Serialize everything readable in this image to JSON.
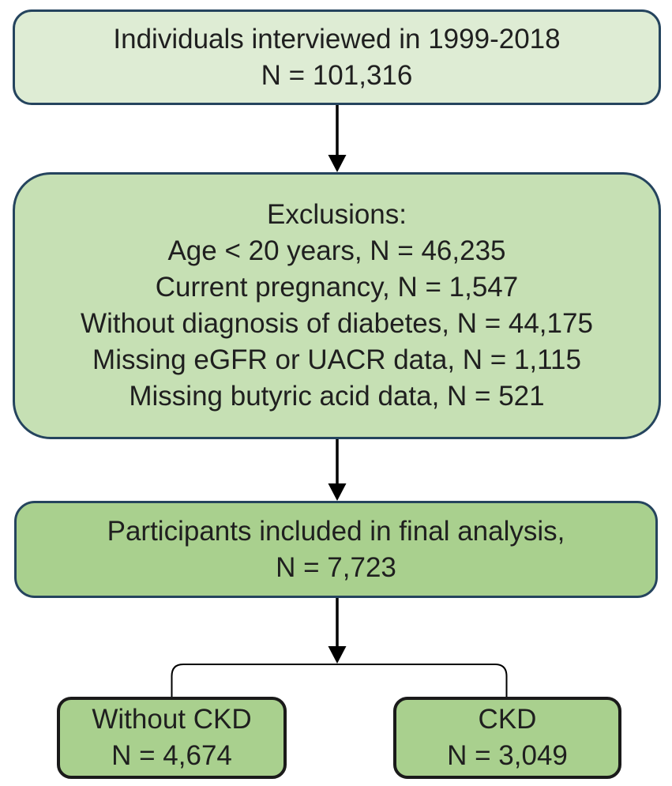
{
  "diagram": {
    "type": "study-flowchart",
    "boxes": {
      "interviewed": {
        "lines": [
          "Individuals interviewed in 1999-2018",
          "N = 101,316"
        ]
      },
      "exclusions": {
        "lines": [
          "Exclusions:",
          "Age < 20 years, N = 46,235",
          "Current pregnancy, N = 1,547",
          "Without diagnosis of diabetes, N = 44,175",
          "Missing eGFR or UACR data, N = 1,115",
          "Missing butyric acid data, N = 521"
        ]
      },
      "final_analysis": {
        "lines": [
          "Participants included in final analysis,",
          "N = 7,723"
        ]
      },
      "without_ckd": {
        "lines": [
          "Without CKD",
          "N = 4,674"
        ]
      },
      "ckd": {
        "lines": [
          "CKD",
          "N = 3,049"
        ]
      }
    },
    "colors": {
      "background": "#ffffff",
      "box-light-fill": "#deecd4",
      "box-medium-fill": "#c6e0b4",
      "box-dark-fill": "#a9d08e",
      "box-border-navy": "#25445e",
      "box-border-black": "#1a1a1a",
      "arrow": "#000000",
      "text": "#1f1f1f"
    }
  }
}
